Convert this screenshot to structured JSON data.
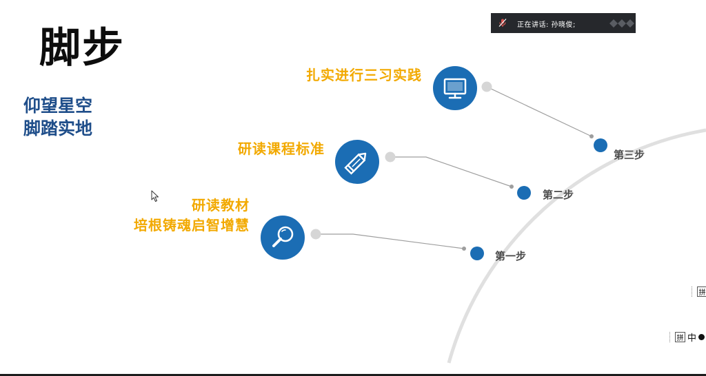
{
  "slide": {
    "title": "脚步",
    "subtitle_lines": [
      "仰望星空",
      "脚踏实地"
    ],
    "items": [
      {
        "lines": [
          "扎实进行三习实践"
        ],
        "step": "第三步",
        "icon": "monitor-icon"
      },
      {
        "lines": [
          "研读课程标准"
        ],
        "step": "第二步",
        "icon": "pencil-icon"
      },
      {
        "lines": [
          "研读教材",
          "培根铸魂启智增慧"
        ],
        "step": "第一步",
        "icon": "magnifier-icon"
      }
    ]
  },
  "speaker_bar": {
    "text": "正在讲话: 孙晓俊;",
    "icon": "muted-mic-icon"
  },
  "ime_indicators": {
    "top": {
      "glyph": "拼"
    },
    "bottom": {
      "glyph": "拼",
      "mode": "中"
    }
  },
  "colors": {
    "accent_blue": "#1b6db4",
    "label_orange": "#f2a900",
    "subtitle_blue": "#1f4e8a",
    "arc_gray": "#e0e0e0",
    "connector_gray": "#9e9e9e"
  }
}
